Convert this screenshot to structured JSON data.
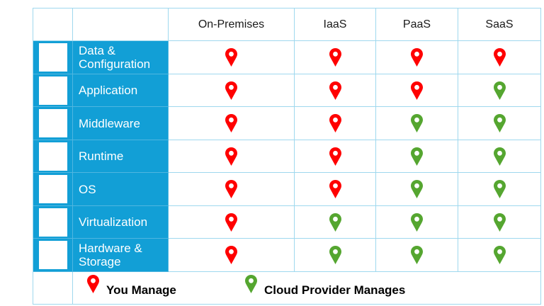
{
  "table": {
    "columns": [
      "",
      "",
      "On-Premises",
      "IaaS",
      "PaaS",
      "SaaS"
    ],
    "rows": [
      {
        "label": "Data &\nConfiguration",
        "values": [
          "you",
          "you",
          "you",
          "you"
        ]
      },
      {
        "label": "Application",
        "values": [
          "you",
          "you",
          "you",
          "provider"
        ]
      },
      {
        "label": "Middleware",
        "values": [
          "you",
          "you",
          "provider",
          "provider"
        ]
      },
      {
        "label": "Runtime",
        "values": [
          "you",
          "you",
          "provider",
          "provider"
        ]
      },
      {
        "label": "OS",
        "values": [
          "you",
          "you",
          "provider",
          "provider"
        ]
      },
      {
        "label": "Virtualization",
        "values": [
          "you",
          "provider",
          "provider",
          "provider"
        ]
      },
      {
        "label": "Hardware &\nStorage",
        "values": [
          "you",
          "provider",
          "provider",
          "provider"
        ]
      }
    ]
  },
  "legend": {
    "you_manage": {
      "label": "You Manage",
      "icon": "map-pin-icon",
      "color": "#ff0000"
    },
    "provider_manages": {
      "label": "Cloud Provider Manages",
      "icon": "map-pin-icon",
      "color": "#55a630"
    }
  },
  "colors": {
    "row_header_bg": "#129fd6",
    "grid_line": "#9fd8ee",
    "you": "#ff0000",
    "provider": "#55a630"
  }
}
